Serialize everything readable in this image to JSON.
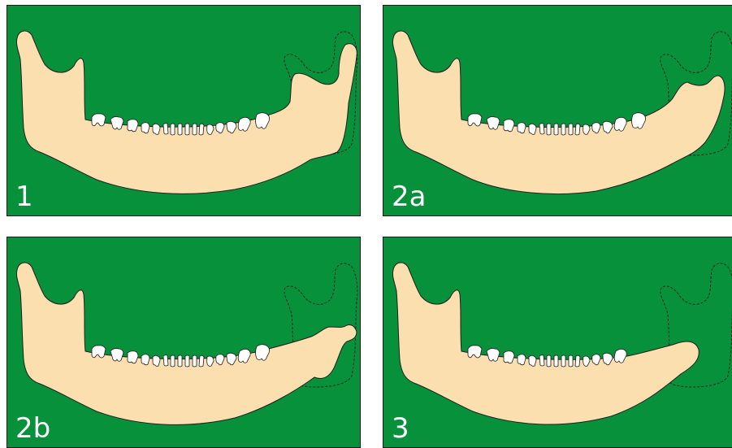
{
  "colors": {
    "background": "#07913a",
    "bone": "#fbdfae",
    "outline": "#1f1f1f",
    "tooth": "#ffffff"
  },
  "panels": [
    {
      "label": "1",
      "variant": "normal"
    },
    {
      "label": "2a",
      "variant": "ramus-rotated-up"
    },
    {
      "label": "2b",
      "variant": "ramus-rotated-down"
    },
    {
      "label": "3",
      "variant": "ramus-missing"
    }
  ]
}
